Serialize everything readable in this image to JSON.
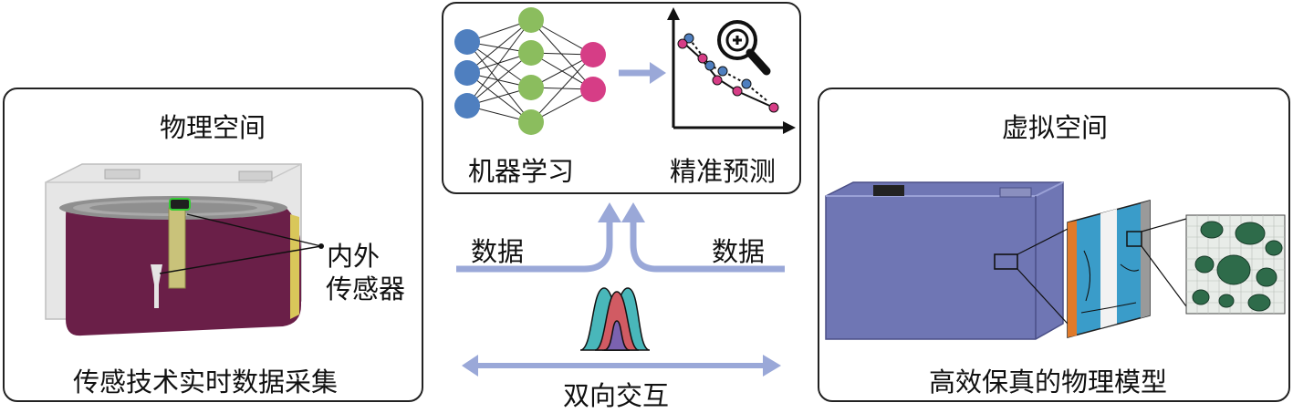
{
  "left_panel": {
    "title": "物理空间",
    "sensor_label_line1": "内外",
    "sensor_label_line2": "传感器",
    "caption": "传感技术实时数据采集"
  },
  "center_panel": {
    "ml_label": "机器学习",
    "prediction_label": "精准预测"
  },
  "center": {
    "data_left": "数据",
    "data_right": "数据",
    "interaction_label": "双向交互"
  },
  "right_panel": {
    "title": "虚拟空间",
    "caption": "高效保真的物理模型"
  },
  "colors": {
    "input_node": "#4f7fbf",
    "hidden_node": "#8bbd5e",
    "output_node": "#d63d86",
    "arrow": "#9aa8d8",
    "cell_body": "#6a1f48",
    "virtual_cell": "#6f76b4",
    "electrode": "#3a9cc9"
  }
}
